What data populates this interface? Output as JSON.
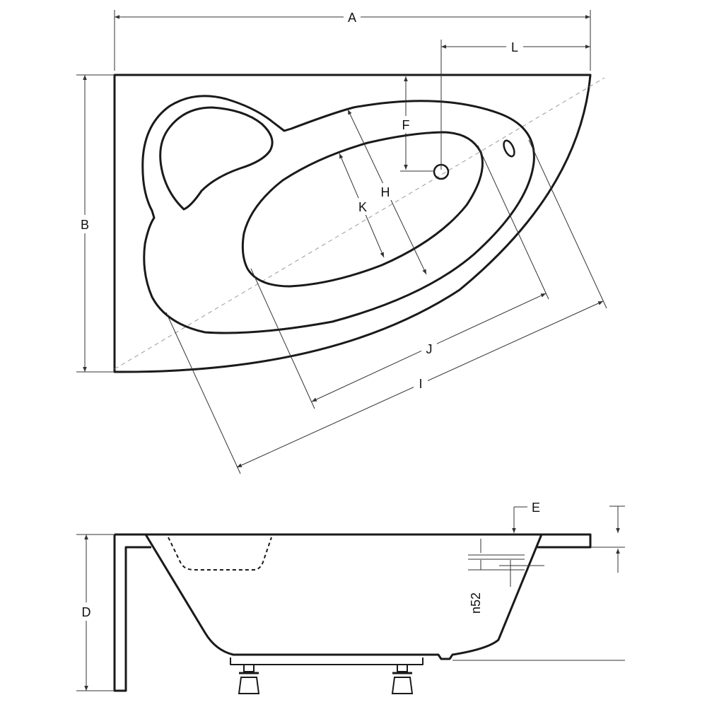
{
  "labels": {
    "A": "A",
    "B": "B",
    "D": "D",
    "E": "E",
    "F": "F",
    "H": "H",
    "I": "I",
    "J": "J",
    "K": "K",
    "L": "L",
    "n52": "n52"
  },
  "colors": {
    "stroke": "#1a1a1a",
    "dimension_line": "#333333",
    "axis_dashed": "#9a9a9a",
    "background": "#ffffff"
  }
}
